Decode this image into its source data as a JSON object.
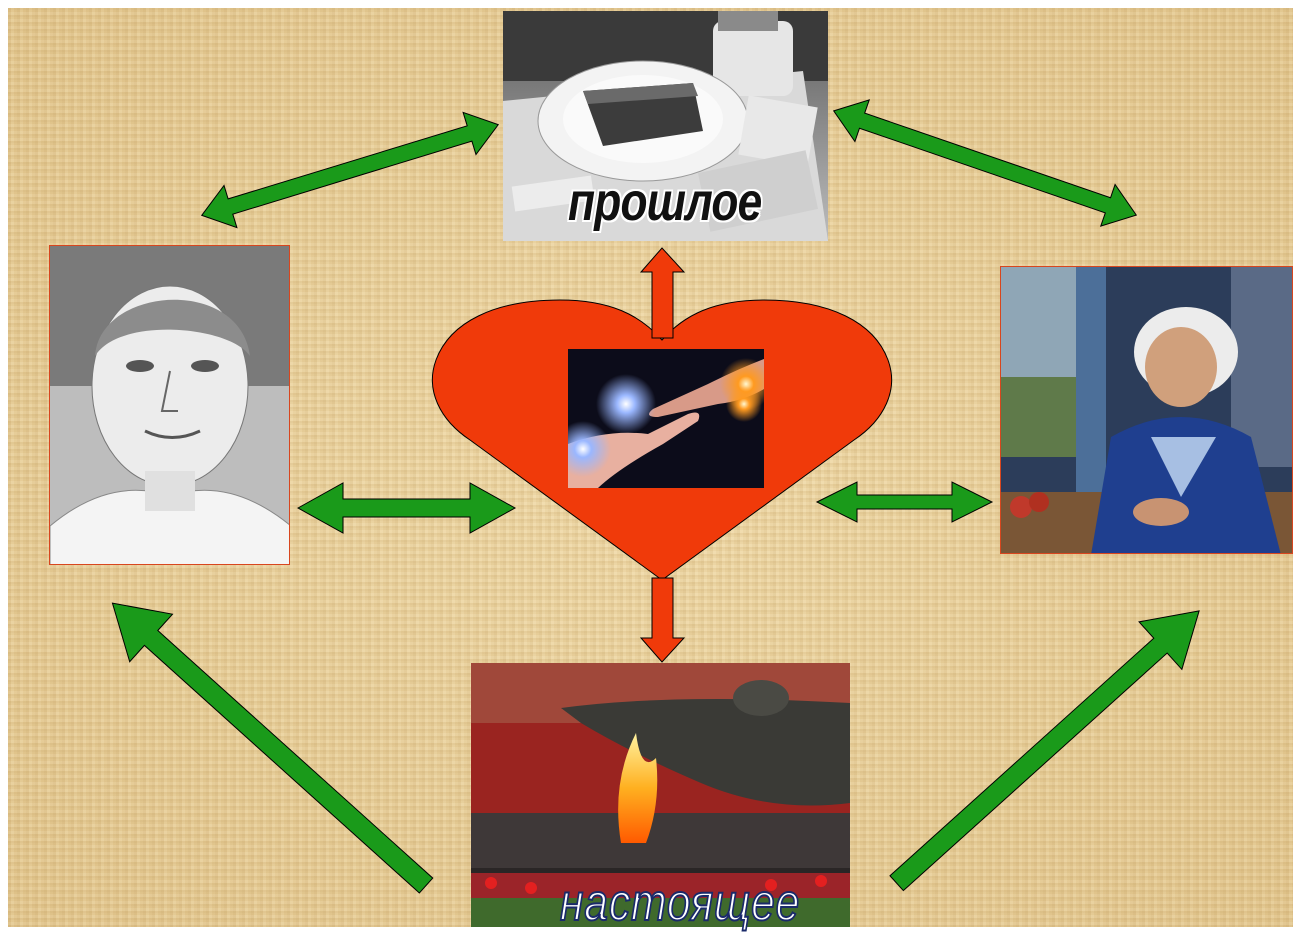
{
  "captions": {
    "past": "прошлое",
    "present": "настоящее"
  },
  "images": {
    "top": "ration-bread-photo",
    "left": "boy-pencil-portrait",
    "right": "grandmother-painting",
    "center": "touching-hands-light",
    "bottom": "eternal-flame-memorial"
  },
  "colors": {
    "background": "#e9cf98",
    "heart": "#f03a0a",
    "red_arrow": "#f03a0a",
    "green_arrow": "#1a9a1a",
    "outline": "#000000"
  }
}
